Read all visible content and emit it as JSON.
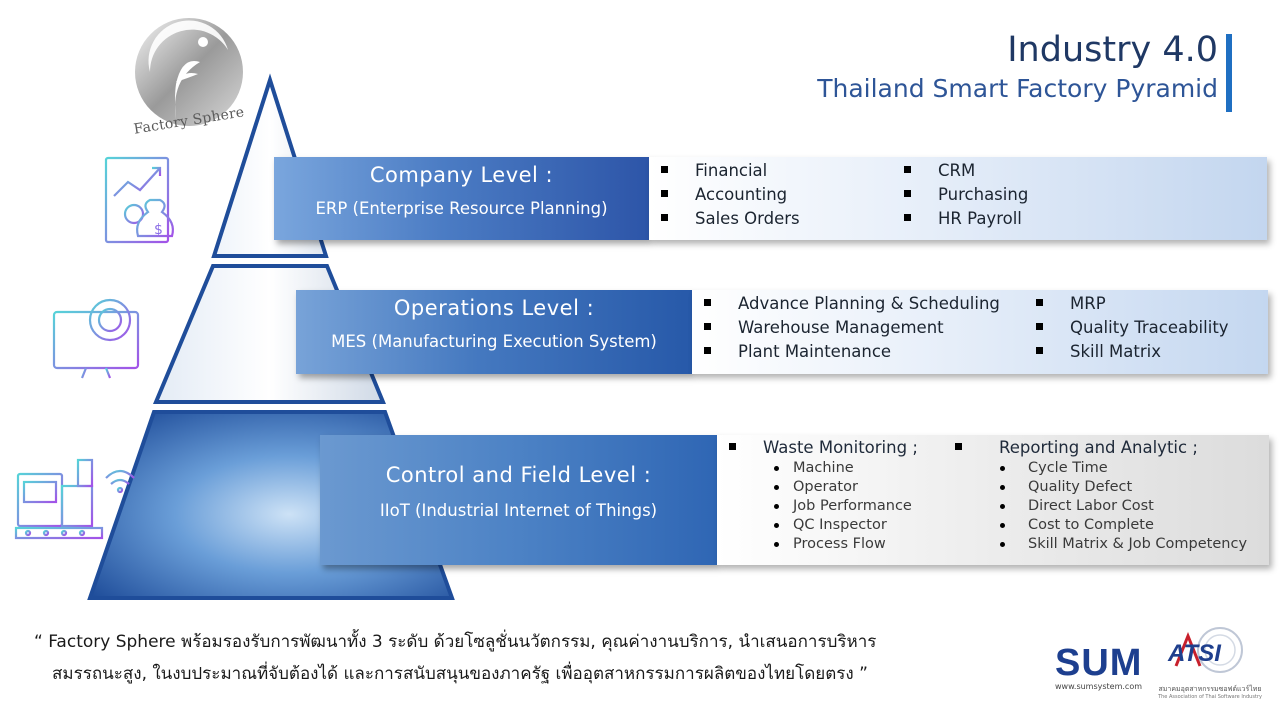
{
  "header": {
    "title": "Industry 4.0",
    "subtitle": "Thailand Smart Factory Pyramid"
  },
  "logo": {
    "name": "Factory Sphere",
    "icon": "factory-sphere-logo"
  },
  "levels": [
    {
      "title": "Company Level :",
      "system_abbr": "ERP",
      "system_full": "(Enterprise Resource Planning)",
      "icon": "finance-chart-money-icon",
      "items_left": [
        "Financial",
        "Accounting",
        "Sales Orders"
      ],
      "items_right": [
        "CRM",
        "Purchasing",
        "HR Payroll"
      ]
    },
    {
      "title": "Operations Level :",
      "system_abbr": "MES",
      "system_full": "(Manufacturing Execution System)",
      "icon": "monitor-gear-icon",
      "items_left": [
        "Advance Planning & Scheduling",
        "Warehouse Management",
        "Plant Maintenance"
      ],
      "items_right": [
        "MRP",
        "Quality Traceability",
        "Skill Matrix"
      ]
    },
    {
      "title": "Control and Field Level :",
      "system_abbr": "IIoT",
      "system_full": "(Industrial Internet of Things)",
      "icon": "factory-machine-wifi-icon",
      "group_left": {
        "heading": "Waste Monitoring ;",
        "items": [
          "Machine",
          "Operator",
          "Job Performance",
          "QC Inspector",
          "Process Flow"
        ]
      },
      "group_right": {
        "heading": "Reporting and Analytic ;",
        "items": [
          "Cycle Time",
          "Quality Defect",
          "Direct Labor Cost",
          "Cost to Complete",
          "Skill Matrix & Job Competency"
        ]
      }
    }
  ],
  "footer": {
    "quote_line1": "“ Factory Sphere พร้อมรองรับการพัฒนาทั้ง 3 ระดับ ด้วยโซลูชั่นนวัตกรรม, คุณค่างานบริการ, นำเสนอการบริหาร",
    "quote_line2": "สมรรถนะสูง, ในงบประมาณที่จับต้องได้  และการสนับสนุนของภาครัฐ  เพื่ออุตสาหกรรมการผลิตของไทยโดยตรง   ”",
    "sum_logo": "SUM",
    "sum_url": "www.sumsystem.com",
    "atsi_logo": "ATSI",
    "atsi_thai": "สมาคมอุตสาหกรรมซอฟต์แวร์ไทย",
    "atsi_english": "The Association of Thai Software Industry"
  },
  "colors": {
    "title": "#1f3864",
    "accent_bar": "#1f6fc2",
    "pyramid_dark": "#1f4d9a",
    "pyramid_light": "#9fc3ea",
    "icon_gradient_start": "#56d3d8",
    "icon_gradient_end": "#a351e8"
  }
}
